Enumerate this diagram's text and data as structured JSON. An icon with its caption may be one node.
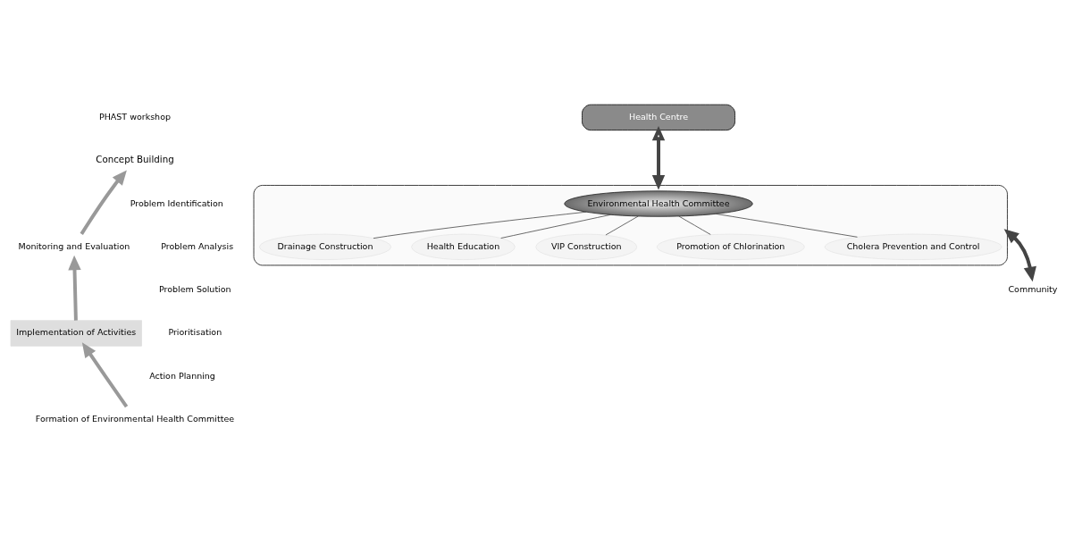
{
  "diagram": {
    "nodes": [
      {
        "text": [
          "Concept Building"
        ]
      },
      {
        "text": [
          "Monitoring and Evaluation"
        ]
      },
      {
        "text": [
          "Implementation of Activities"
        ]
      },
      {
        "text": [
          "Formation of Environmental Health Committee"
        ]
      },
      {
        "text": [
          "Health Centre"
        ]
      },
      {
        "text": [
          "Community"
        ]
      },
      {
        "text": [],
        "shape": "ellipse"
      },
      {
        "text": [
          "Environmental Health Committee"
        ],
        "in": 6
      },
      {
        "text": [
          "Drainage Construction"
        ],
        "in": 6
      },
      {
        "text": [
          "Health Education"
        ],
        "in": 6
      },
      {
        "text": [
          "VIP Construction"
        ],
        "in": 6
      },
      {
        "text": [
          "Promotion of Chlorination"
        ],
        "in": 6
      },
      {
        "text": [
          "Cholera Prevention and Control"
        ],
        "in": 6
      }
    ],
    "edges": [
      {
        "from": 3,
        "to": 2,
        "arrow": "to",
        "style": "thick"
      },
      {
        "from": 2,
        "to": 1,
        "arrow": "to",
        "style": "thick"
      },
      {
        "from": 1,
        "to": 0,
        "arrow": "to",
        "style": "thick"
      },
      {
        "from": 4,
        "to": 6,
        "arrow": "both",
        "style": "thick"
      },
      {
        "from": 6,
        "to": 5,
        "arrow": "both",
        "style": "thick"
      },
      {
        "from": 7,
        "to": 8,
        "arrow": "none"
      },
      {
        "from": 7,
        "to": 9,
        "arrow": "none"
      },
      {
        "from": 7,
        "to": 10,
        "arrow": "none"
      },
      {
        "from": 7,
        "to": 11,
        "arrow": "none"
      },
      {
        "from": 7,
        "to": 12,
        "arrow": "none"
      }
    ],
    "labels": [
      "PHAST workshop",
      "Problem Identification",
      "Problem Analysis",
      "Problem Solution",
      "Prioritisation",
      "Action Planning"
    ]
  }
}
